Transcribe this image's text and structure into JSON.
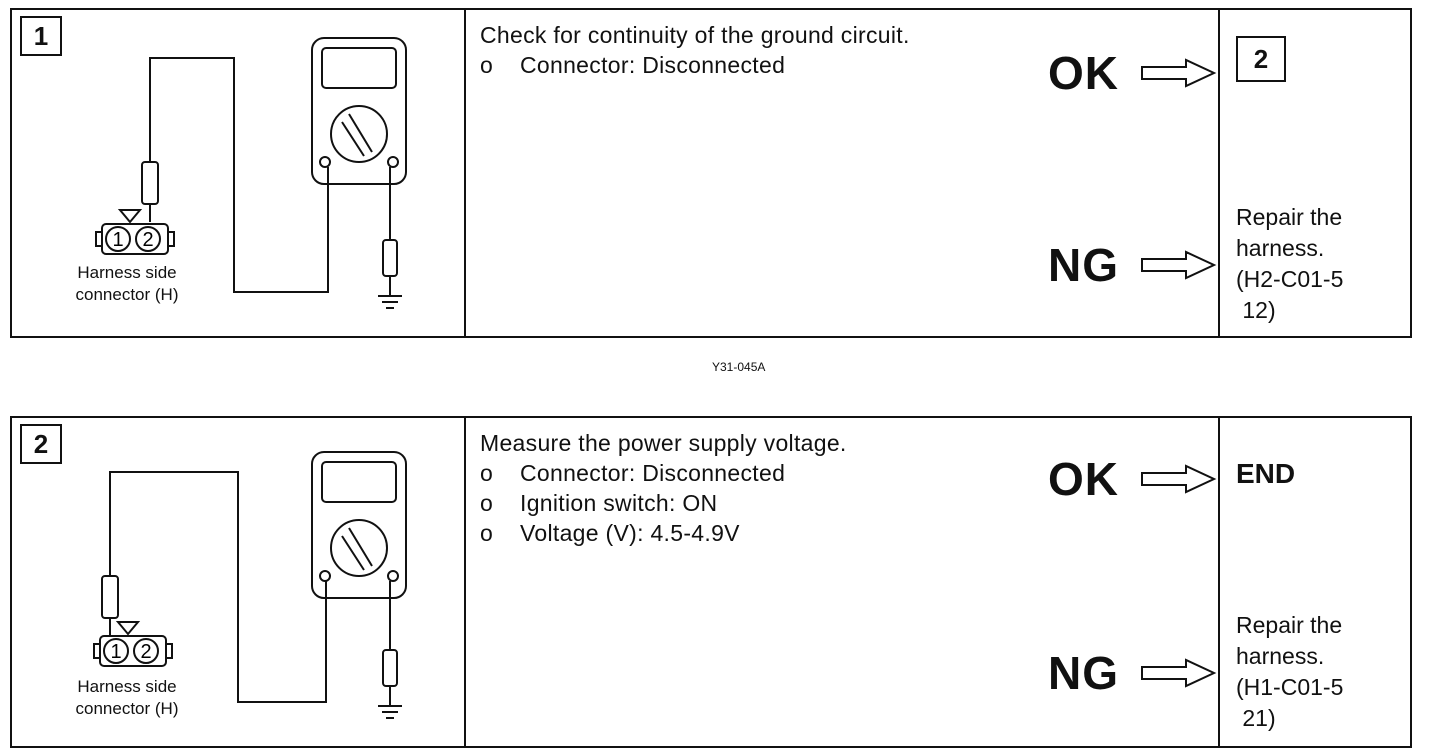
{
  "figure_id": "Y31-045A",
  "steps": [
    {
      "number": "1",
      "figure": {
        "pin1": "1",
        "pin2": "2",
        "caption_line1": "Harness side",
        "caption_line2": "connector (H)"
      },
      "title": "Check for continuity of the ground circuit.",
      "bullet_marker": "o",
      "bullets": [
        "Connector: Disconnected"
      ],
      "ok_label": "OK",
      "ng_label": "NG",
      "ok_result": "2",
      "ng_result_lines": [
        "Repair the",
        "harness.",
        "(H2-C01-5",
        " 12)"
      ]
    },
    {
      "number": "2",
      "figure": {
        "pin1": "1",
        "pin2": "2",
        "caption_line1": "Harness side",
        "caption_line2": "connector (H)"
      },
      "title": "Measure the power supply voltage.",
      "bullet_marker": "o",
      "bullets": [
        "Connector: Disconnected",
        "Ignition switch: ON",
        "Voltage (V): 4.5-4.9V"
      ],
      "ok_label": "OK",
      "ng_label": "NG",
      "ok_result": "END",
      "ng_result_lines": [
        "Repair the",
        "harness.",
        "(H1-C01-5",
        " 21)"
      ]
    }
  ]
}
